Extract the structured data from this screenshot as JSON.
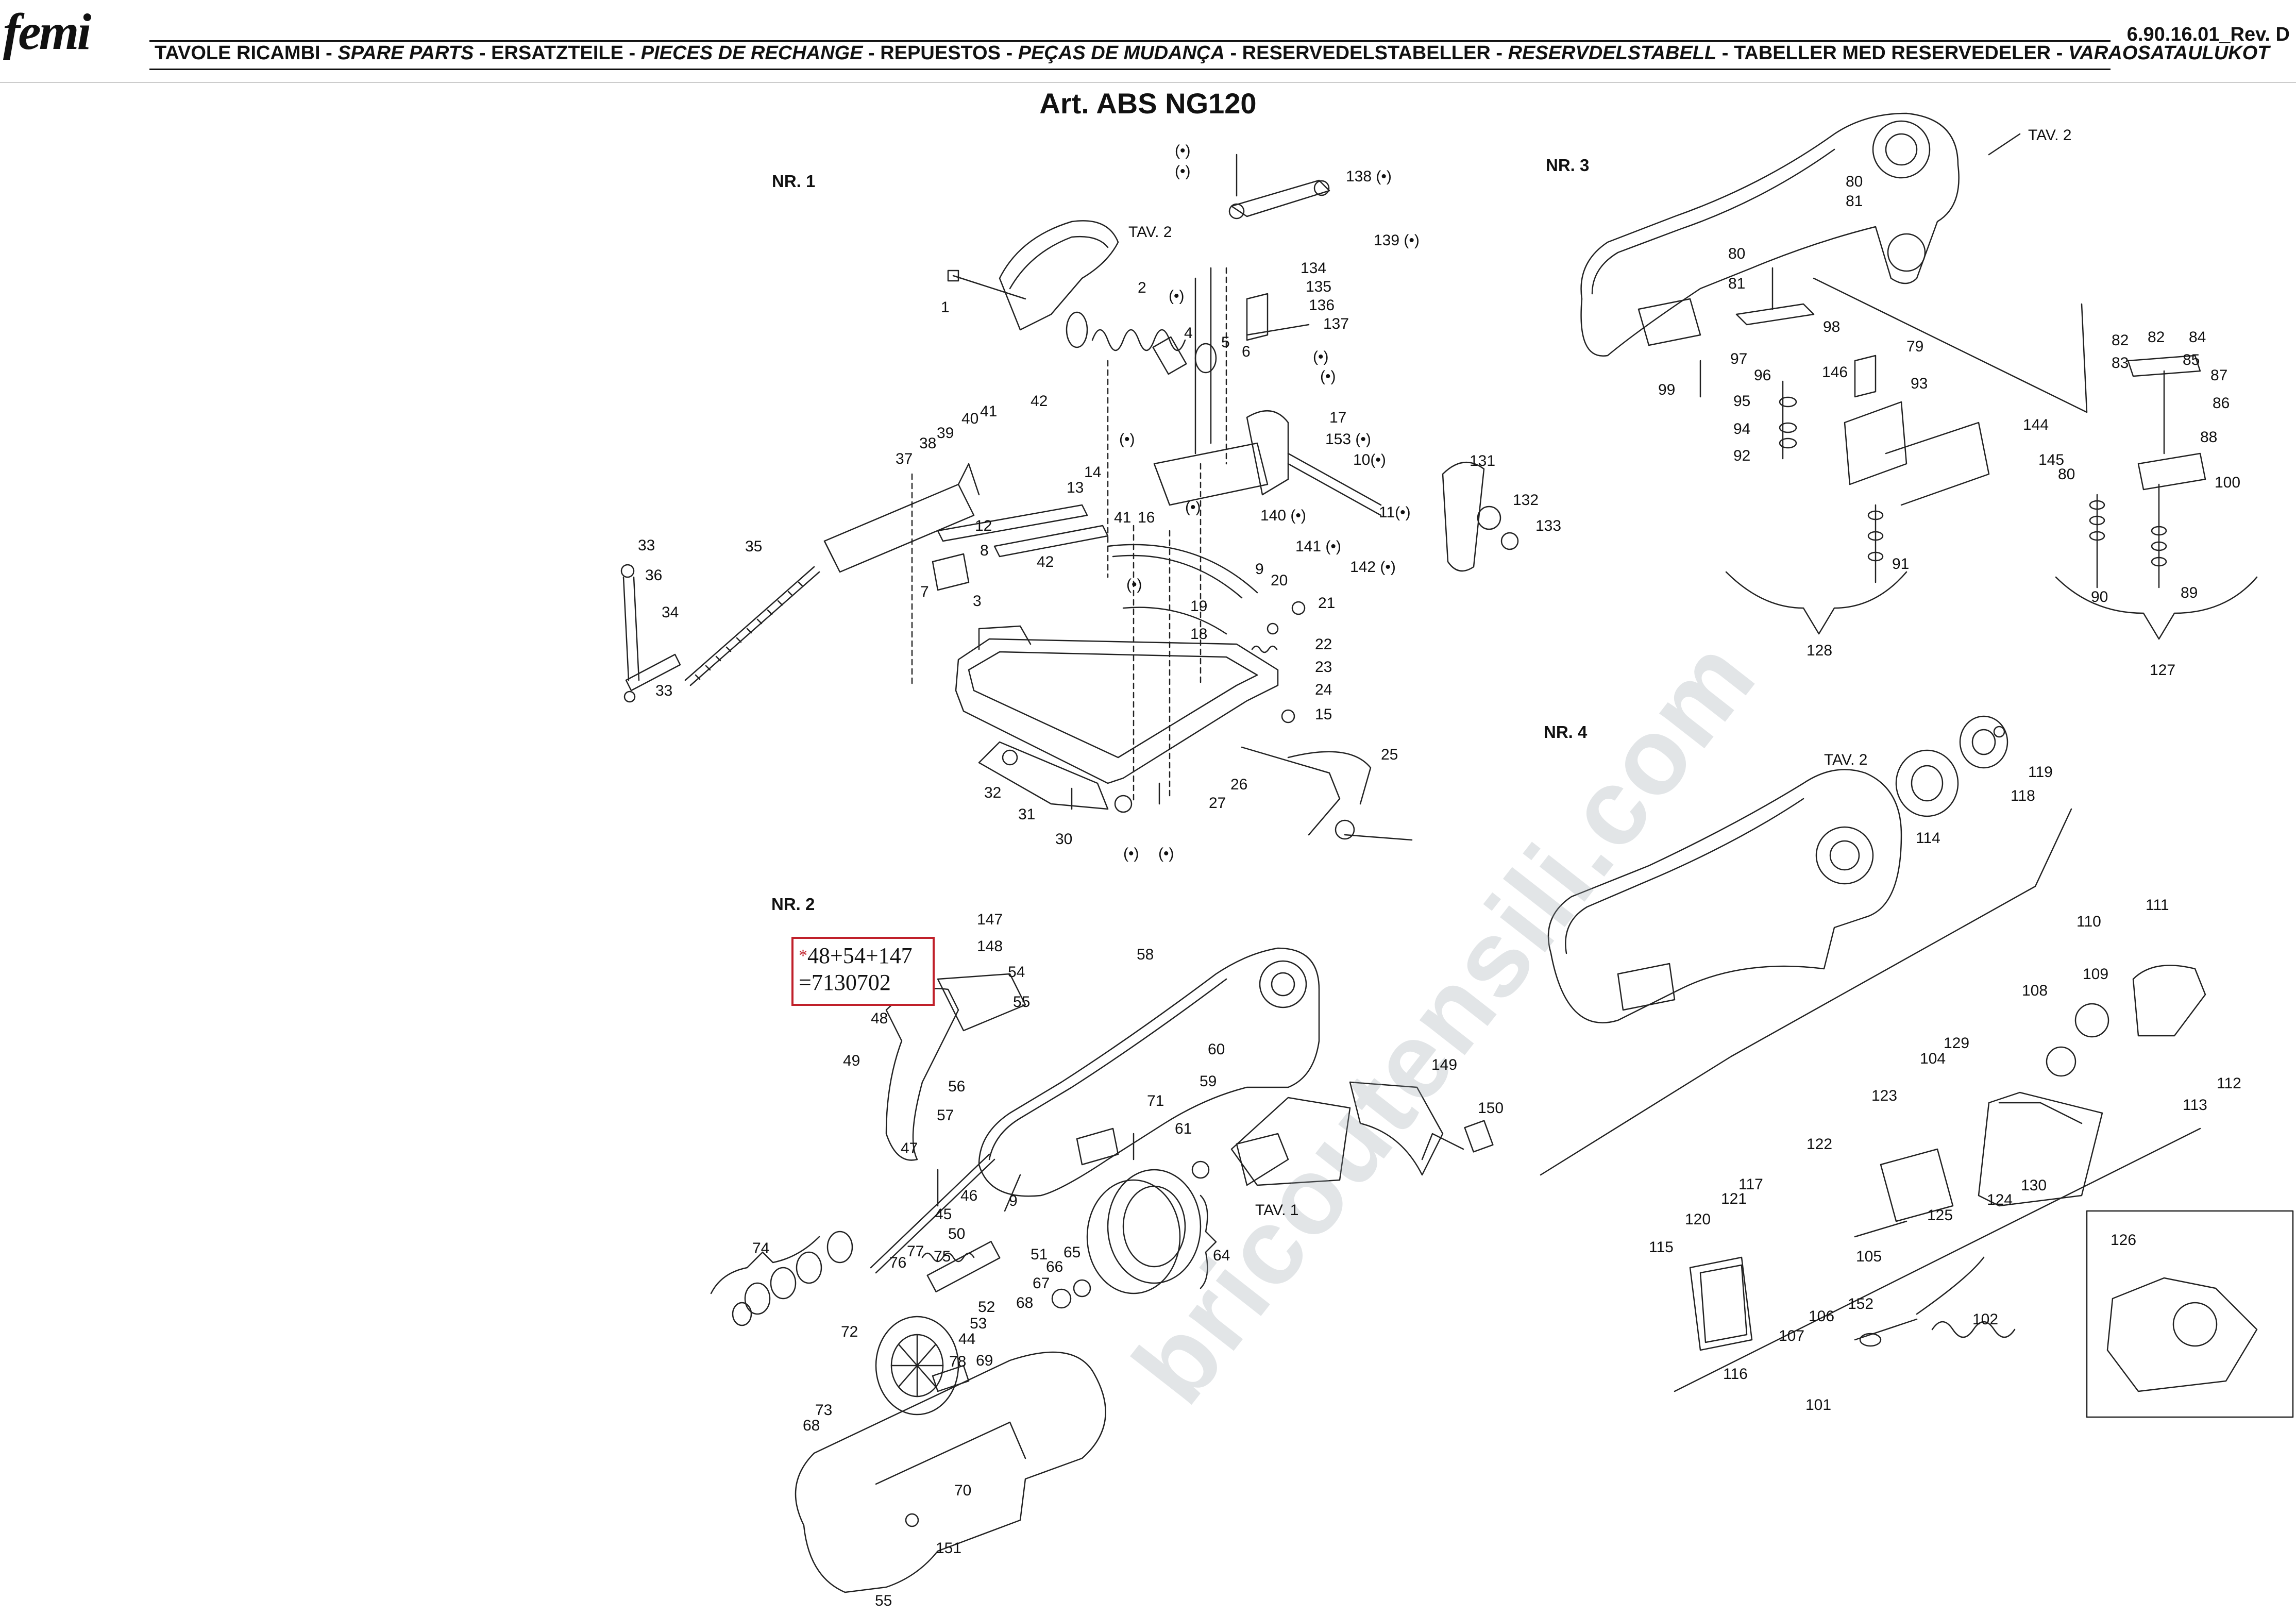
{
  "header": {
    "logo": "femi",
    "title_parts": [
      {
        "text": "TAVOLE RICAMBI",
        "italic": false
      },
      {
        "text": " - ",
        "italic": false
      },
      {
        "text": "SPARE PARTS",
        "italic": true
      },
      {
        "text": " - ",
        "italic": false
      },
      {
        "text": "ERSATZTEILE",
        "italic": false
      },
      {
        "text": " - ",
        "italic": false
      },
      {
        "text": "PIECES DE RECHANGE",
        "italic": true
      },
      {
        "text": " - ",
        "italic": false
      },
      {
        "text": "REPUESTOS",
        "italic": false
      },
      {
        "text": " - ",
        "italic": false
      },
      {
        "text": "PEÇAS DE MUDANÇA",
        "italic": true
      },
      {
        "text": " - ",
        "italic": false
      },
      {
        "text": "RESERVEDELSTABELLER",
        "italic": false
      },
      {
        "text": " - ",
        "italic": false
      },
      {
        "text": "RESERVDELSTABELL",
        "italic": true
      },
      {
        "text": "  - ",
        "italic": false
      },
      {
        "text": "TABELLER MED RESERVEDELER",
        "italic": false
      },
      {
        "text": " - ",
        "italic": false
      },
      {
        "text": "VARAOSATAULUKOT",
        "italic": true
      }
    ],
    "doc_code": "6.90.16.01_Rev. D",
    "article": "Art. ABS NG120"
  },
  "sections": {
    "nr1": "NR. 1",
    "nr2": "NR. 2",
    "nr3": "NR. 3",
    "nr4": "NR. 4"
  },
  "note": {
    "star": "*",
    "line1": "48+54+147",
    "line2": "=7130702"
  },
  "watermark": "bricoutensili.com",
  "callouts": [
    {
      "id": "n1-dot-a",
      "t": "(•)"
    },
    {
      "id": "n1-dot-b",
      "t": "(•)"
    },
    {
      "id": "n1-138",
      "t": "138 (•)"
    },
    {
      "id": "n1-139",
      "t": "139 (•)"
    },
    {
      "id": "n1-tav2",
      "t": "TAV. 2"
    },
    {
      "id": "n1-1",
      "t": "1"
    },
    {
      "id": "n1-2",
      "t": "2"
    },
    {
      "id": "n1-dot-c",
      "t": "(•)"
    },
    {
      "id": "n1-4",
      "t": "4"
    },
    {
      "id": "n1-5",
      "t": "5"
    },
    {
      "id": "n1-6",
      "t": "6"
    },
    {
      "id": "n1-dot-d",
      "t": "(•)"
    },
    {
      "id": "n1-134",
      "t": "134"
    },
    {
      "id": "n1-135",
      "t": "135"
    },
    {
      "id": "n1-136",
      "t": "136"
    },
    {
      "id": "n1-137",
      "t": "137"
    },
    {
      "id": "n1-dot-e",
      "t": "(•)"
    },
    {
      "id": "n1-17",
      "t": "17"
    },
    {
      "id": "n1-153",
      "t": "153 (•)"
    },
    {
      "id": "n1-10",
      "t": "10(•)"
    },
    {
      "id": "n1-11",
      "t": "11(•)"
    },
    {
      "id": "n1-131",
      "t": "131"
    },
    {
      "id": "n1-132",
      "t": "132"
    },
    {
      "id": "n1-133",
      "t": "133"
    },
    {
      "id": "n1-42a",
      "t": "42"
    },
    {
      "id": "n1-41a",
      "t": "41"
    },
    {
      "id": "n1-40",
      "t": "40"
    },
    {
      "id": "n1-39",
      "t": "39"
    },
    {
      "id": "n1-38",
      "t": "38"
    },
    {
      "id": "n1-37",
      "t": "37"
    },
    {
      "id": "n1-dot-f",
      "t": "(•)"
    },
    {
      "id": "n1-14",
      "t": "14"
    },
    {
      "id": "n1-13",
      "t": "13"
    },
    {
      "id": "n1-41b",
      "t": "41"
    },
    {
      "id": "n1-16",
      "t": "16"
    },
    {
      "id": "n1-dot-g",
      "t": "(•)"
    },
    {
      "id": "n1-140",
      "t": "140 (•)"
    },
    {
      "id": "n1-141",
      "t": "141 (•)"
    },
    {
      "id": "n1-142",
      "t": "142 (•)"
    },
    {
      "id": "n1-12",
      "t": "12"
    },
    {
      "id": "n1-8",
      "t": "8"
    },
    {
      "id": "n1-42b",
      "t": "42"
    },
    {
      "id": "n1-dot-h",
      "t": "(•)"
    },
    {
      "id": "n1-9",
      "t": "9"
    },
    {
      "id": "n1-7",
      "t": "7"
    },
    {
      "id": "n1-3",
      "t": "3"
    },
    {
      "id": "n1-35",
      "t": "35"
    },
    {
      "id": "n1-33a",
      "t": "33"
    },
    {
      "id": "n1-36",
      "t": "36"
    },
    {
      "id": "n1-34",
      "t": "34"
    },
    {
      "id": "n1-33b",
      "t": "33"
    },
    {
      "id": "n1-19",
      "t": "19"
    },
    {
      "id": "n1-20",
      "t": "20"
    },
    {
      "id": "n1-21",
      "t": "21"
    },
    {
      "id": "n1-18",
      "t": "18"
    },
    {
      "id": "n1-22",
      "t": "22"
    },
    {
      "id": "n1-23",
      "t": "23"
    },
    {
      "id": "n1-24",
      "t": "24"
    },
    {
      "id": "n1-15",
      "t": "15"
    },
    {
      "id": "n1-25",
      "t": "25"
    },
    {
      "id": "n1-26",
      "t": "26"
    },
    {
      "id": "n1-32",
      "t": "32"
    },
    {
      "id": "n1-31",
      "t": "31"
    },
    {
      "id": "n1-27",
      "t": "27"
    },
    {
      "id": "n1-30",
      "t": "30"
    },
    {
      "id": "n1-dot-i",
      "t": "(•)"
    },
    {
      "id": "n1-dot-j",
      "t": "(•)"
    },
    {
      "id": "n3-tav2",
      "t": "TAV. 2"
    },
    {
      "id": "n3-80a",
      "t": "80"
    },
    {
      "id": "n3-81a",
      "t": "81"
    },
    {
      "id": "n3-80b",
      "t": "80"
    },
    {
      "id": "n3-81b",
      "t": "81"
    },
    {
      "id": "n3-98",
      "t": "98"
    },
    {
      "id": "n3-79",
      "t": "79"
    },
    {
      "id": "n3-97",
      "t": "97"
    },
    {
      "id": "n3-96",
      "t": "96"
    },
    {
      "id": "n3-146",
      "t": "146"
    },
    {
      "id": "n3-93",
      "t": "93"
    },
    {
      "id": "n3-99",
      "t": "99"
    },
    {
      "id": "n3-95",
      "t": "95"
    },
    {
      "id": "n3-94",
      "t": "94"
    },
    {
      "id": "n3-92",
      "t": "92"
    },
    {
      "id": "n3-144",
      "t": "144"
    },
    {
      "id": "n3-145",
      "t": "145"
    },
    {
      "id": "n3-80c",
      "t": "80"
    },
    {
      "id": "n3-91",
      "t": "91"
    },
    {
      "id": "n3-128",
      "t": "128"
    },
    {
      "id": "n3-82a",
      "t": "82"
    },
    {
      "id": "n3-82b",
      "t": "82"
    },
    {
      "id": "n3-84",
      "t": "84"
    },
    {
      "id": "n3-83",
      "t": "83"
    },
    {
      "id": "n3-85",
      "t": "85"
    },
    {
      "id": "n3-87",
      "t": "87"
    },
    {
      "id": "n3-86",
      "t": "86"
    },
    {
      "id": "n3-88",
      "t": "88"
    },
    {
      "id": "n3-100",
      "t": "100"
    },
    {
      "id": "n3-90",
      "t": "90"
    },
    {
      "id": "n3-89",
      "t": "89"
    },
    {
      "id": "n3-127",
      "t": "127"
    },
    {
      "id": "n4-tav2",
      "t": "TAV. 2"
    },
    {
      "id": "n4-119",
      "t": "119"
    },
    {
      "id": "n4-118",
      "t": "118"
    },
    {
      "id": "n4-114",
      "t": "114"
    },
    {
      "id": "n4-111",
      "t": "111"
    },
    {
      "id": "n4-110",
      "t": "110"
    },
    {
      "id": "n4-109",
      "t": "109"
    },
    {
      "id": "n4-108",
      "t": "108"
    },
    {
      "id": "n4-112",
      "t": "112"
    },
    {
      "id": "n4-113",
      "t": "113"
    },
    {
      "id": "n4-129",
      "t": "129"
    },
    {
      "id": "n4-104",
      "t": "104"
    },
    {
      "id": "n4-123",
      "t": "123"
    },
    {
      "id": "n4-122",
      "t": "122"
    },
    {
      "id": "n4-130",
      "t": "130"
    },
    {
      "id": "n4-124",
      "t": "124"
    },
    {
      "id": "n4-125",
      "t": "125"
    },
    {
      "id": "n4-105",
      "t": "105"
    },
    {
      "id": "n4-117",
      "t": "117"
    },
    {
      "id": "n4-121",
      "t": "121"
    },
    {
      "id": "n4-120",
      "t": "120"
    },
    {
      "id": "n4-115",
      "t": "115"
    },
    {
      "id": "n4-106",
      "t": "106"
    },
    {
      "id": "n4-107",
      "t": "107"
    },
    {
      "id": "n4-152",
      "t": "152"
    },
    {
      "id": "n4-102",
      "t": "102"
    },
    {
      "id": "n4-116",
      "t": "116"
    },
    {
      "id": "n4-101",
      "t": "101"
    },
    {
      "id": "n4-126",
      "t": "126"
    },
    {
      "id": "n2-147",
      "t": "147"
    },
    {
      "id": "n2-148",
      "t": "148"
    },
    {
      "id": "n2-54",
      "t": "54"
    },
    {
      "id": "n2-55a",
      "t": "55"
    },
    {
      "id": "n2-48",
      "t": "48"
    },
    {
      "id": "n2-49",
      "t": "49"
    },
    {
      "id": "n2-56",
      "t": "56"
    },
    {
      "id": "n2-58",
      "t": "58"
    },
    {
      "id": "n2-60",
      "t": "60"
    },
    {
      "id": "n2-59",
      "t": "59"
    },
    {
      "id": "n2-71",
      "t": "71"
    },
    {
      "id": "n2-149",
      "t": "149"
    },
    {
      "id": "n2-150",
      "t": "150"
    },
    {
      "id": "n2-57",
      "t": "57"
    },
    {
      "id": "n2-47",
      "t": "47"
    },
    {
      "id": "n2-61",
      "t": "61"
    },
    {
      "id": "n2-46",
      "t": "46"
    },
    {
      "id": "n2-9",
      "t": "9"
    },
    {
      "id": "n2-45",
      "t": "45"
    },
    {
      "id": "n2-50",
      "t": "50"
    },
    {
      "id": "n2-tav1",
      "t": "TAV. 1"
    },
    {
      "id": "n2-74",
      "t": "74"
    },
    {
      "id": "n2-77",
      "t": "77"
    },
    {
      "id": "n2-75",
      "t": "75"
    },
    {
      "id": "n2-76",
      "t": "76"
    },
    {
      "id": "n2-51",
      "t": "51"
    },
    {
      "id": "n2-65",
      "t": "65"
    },
    {
      "id": "n2-66",
      "t": "66"
    },
    {
      "id": "n2-64",
      "t": "64"
    },
    {
      "id": "n2-67",
      "t": "67"
    },
    {
      "id": "n2-52",
      "t": "52"
    },
    {
      "id": "n2-68a",
      "t": "68"
    },
    {
      "id": "n2-53",
      "t": "53"
    },
    {
      "id": "n2-72",
      "t": "72"
    },
    {
      "id": "n2-44",
      "t": "44"
    },
    {
      "id": "n2-78",
      "t": "78"
    },
    {
      "id": "n2-69",
      "t": "69"
    },
    {
      "id": "n2-73",
      "t": "73"
    },
    {
      "id": "n2-68b",
      "t": "68"
    },
    {
      "id": "n2-70",
      "t": "70"
    },
    {
      "id": "n2-151",
      "t": "151"
    },
    {
      "id": "n2-55b",
      "t": "55"
    }
  ]
}
